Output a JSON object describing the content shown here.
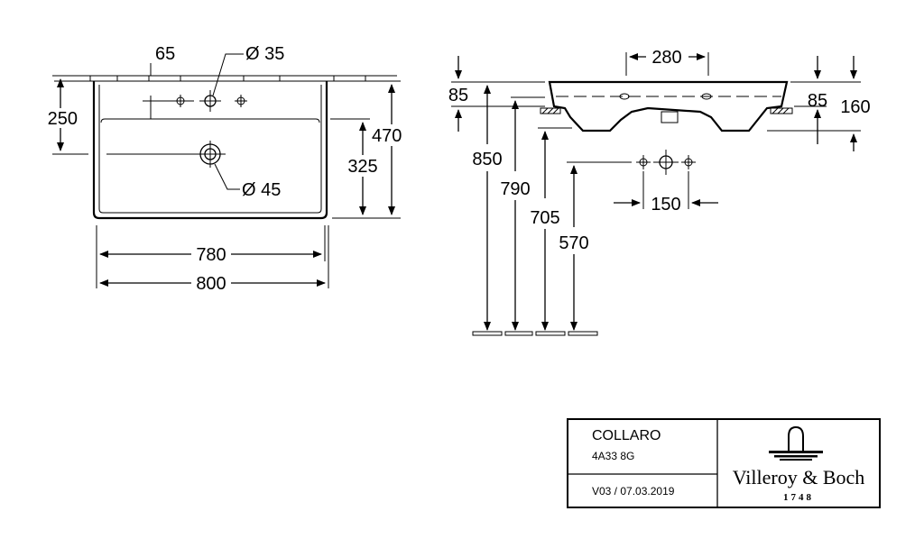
{
  "drawing": {
    "top_view": {
      "dims": {
        "tap_offset": "65",
        "tap_hole": "Ø 35",
        "tap_depth": "250",
        "overall_depth": "470",
        "bowl_depth": "325",
        "waste_hole": "Ø 45",
        "bowl_width": "780",
        "overall_width": "800"
      }
    },
    "side_view": {
      "dims": {
        "tap_spacing_top": "280",
        "rim_left": "85",
        "rim_right": "85",
        "total_height": "160",
        "h_850": "850",
        "h_790": "790",
        "h_705": "705",
        "h_570": "570",
        "tap_spacing": "150"
      }
    }
  },
  "title_block": {
    "product": "COLLARO",
    "code": "4A33 8G",
    "version": "V03 / 07.03.2019",
    "brand": "Villeroy & Boch",
    "year": "1748"
  }
}
